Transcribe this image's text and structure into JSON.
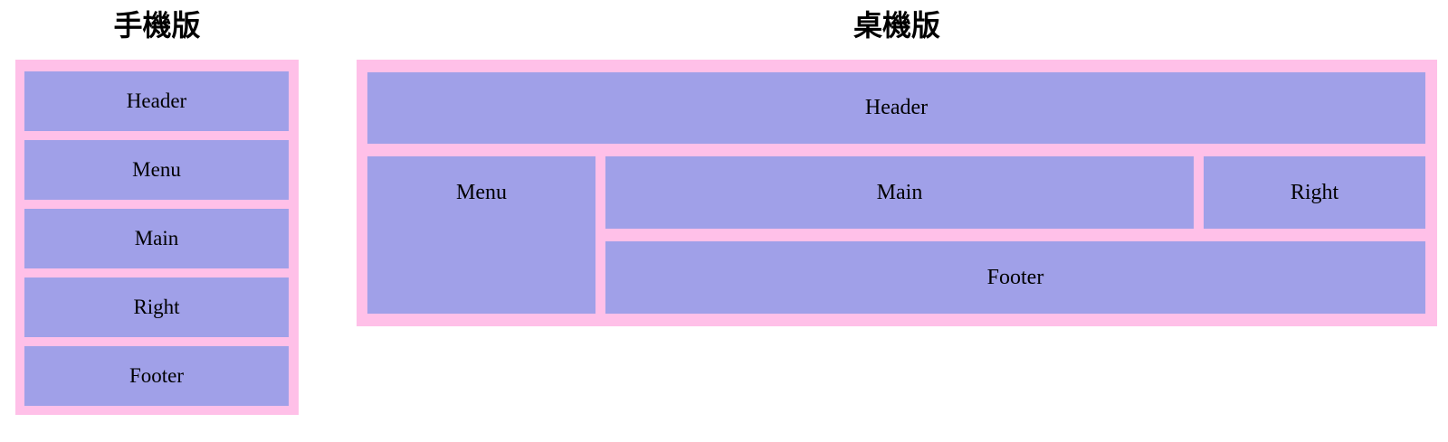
{
  "colors": {
    "page_background": "#ffffff",
    "frame_pink": "#ffc0e8",
    "block_purple": "#a0a0e8",
    "label_text": "#000000",
    "title_text": "#000000"
  },
  "mobile": {
    "title": "手機版",
    "blocks": [
      "Header",
      "Menu",
      "Main",
      "Right",
      "Footer"
    ]
  },
  "desktop": {
    "title": "桌機版",
    "blocks": {
      "header": "Header",
      "menu": "Menu",
      "main": "Main",
      "right": "Right",
      "footer": "Footer"
    }
  }
}
